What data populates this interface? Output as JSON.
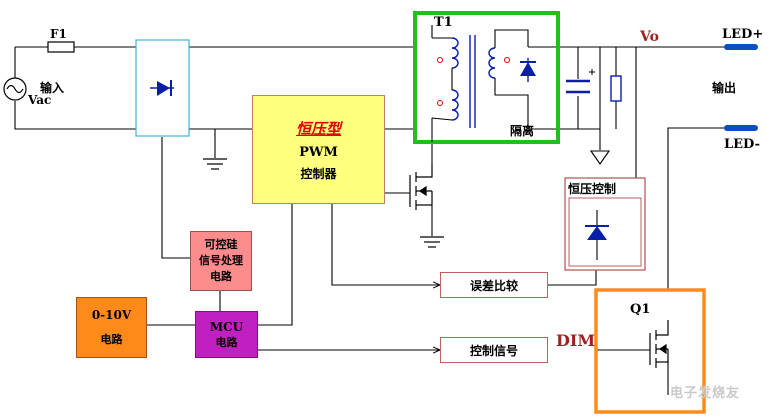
{
  "labels": {
    "fuse": "F1",
    "ac_source": "Vac",
    "input": "输入",
    "transformer": "T1",
    "isolation": "隔离",
    "vo": "Vo",
    "led_plus": "LED+",
    "led_minus": "LED-",
    "output": "输出",
    "dim": "DIM",
    "q1": "Q1"
  },
  "blocks": {
    "pwm_type": "恒压型",
    "pwm_name": "PWM",
    "pwm_sub": "控制器",
    "scr_line1": "可控硅",
    "scr_line2": "信号处理",
    "scr_line3": "电路",
    "v010_line1": "0-10V",
    "v010_line2": "电路",
    "mcu_line1": "MCU",
    "mcu_line2": "电路",
    "cv_control": "恒压控制",
    "error_compare": "误差比较",
    "control_signal": "控制信号"
  },
  "watermark": "电子发烧友",
  "colors": {
    "transformer_border": "#1fbf1f",
    "pwm_fill": "#ffff80",
    "pwm_border": "#c08060",
    "pwm_type_text": "#e00000",
    "scr_fill": "#ff8c8c",
    "v010_fill": "#ff8a1a",
    "mcu_fill": "#c020c0",
    "dim_box_border": "#ff8c1a",
    "cv_control_border": "#b05050",
    "wire": "#000000",
    "component": "#0a1fa8",
    "led_terminal": "#0a4fc0",
    "rect_outline": "#40b0d0",
    "signal_box_border": "#c06060",
    "dim_text": "#a02020",
    "vo_text": "#a02020"
  }
}
